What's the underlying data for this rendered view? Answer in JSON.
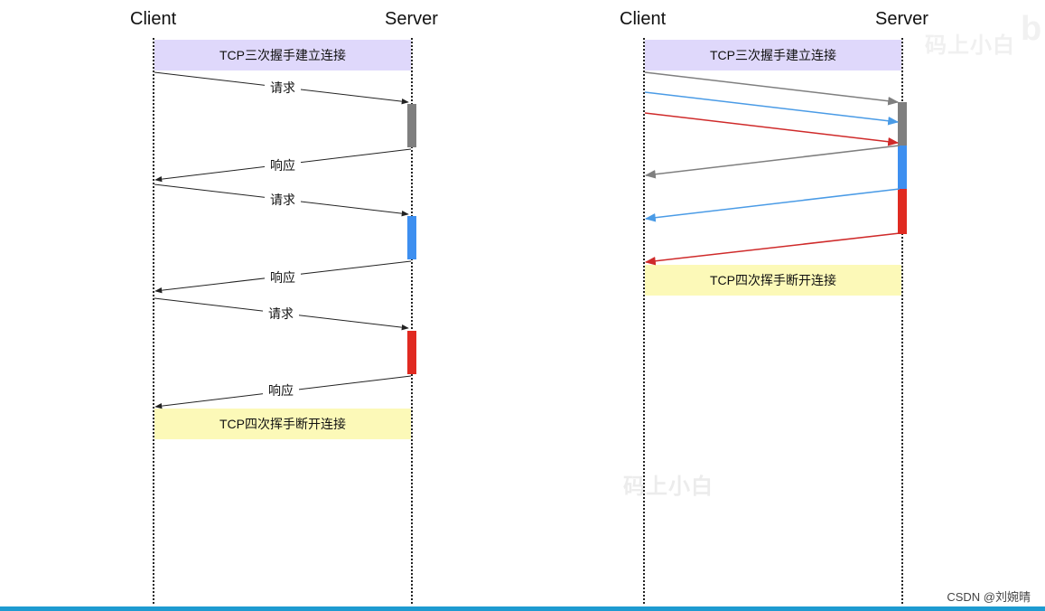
{
  "left": {
    "client_label": "Client",
    "server_label": "Server",
    "handshake_label": "TCP三次握手建立连接",
    "teardown_label": "TCP四次挥手断开连接",
    "messages": [
      {
        "label": "请求",
        "direction": "client-to-server",
        "color": "#222222"
      },
      {
        "label": "响应",
        "direction": "server-to-client",
        "color": "#222222"
      },
      {
        "label": "请求",
        "direction": "client-to-server",
        "color": "#222222"
      },
      {
        "label": "响应",
        "direction": "server-to-client",
        "color": "#222222"
      },
      {
        "label": "请求",
        "direction": "client-to-server",
        "color": "#222222"
      },
      {
        "label": "响应",
        "direction": "server-to-client",
        "color": "#222222"
      }
    ],
    "processing_colors": [
      "#7f7f7f",
      "#3d8ff0",
      "#e02a21"
    ]
  },
  "right": {
    "client_label": "Client",
    "server_label": "Server",
    "handshake_label": "TCP三次握手建立连接",
    "teardown_label": "TCP四次挥手断开连接",
    "request_colors": [
      "#7f7f7f",
      "#4a9be6",
      "#cf2a2a"
    ],
    "processing_colors": [
      "#7f7f7f",
      "#3d8ff0",
      "#e02a21"
    ]
  },
  "watermark": "码上小白",
  "watermark_top": "码上小白",
  "watermark_letter": "b",
  "credit": "CSDN @刘婉晴",
  "colors": {
    "handshake_band": "#dfd8fb",
    "teardown_band": "#fcf9b8",
    "bottom_bar": "#1d9bd1"
  }
}
